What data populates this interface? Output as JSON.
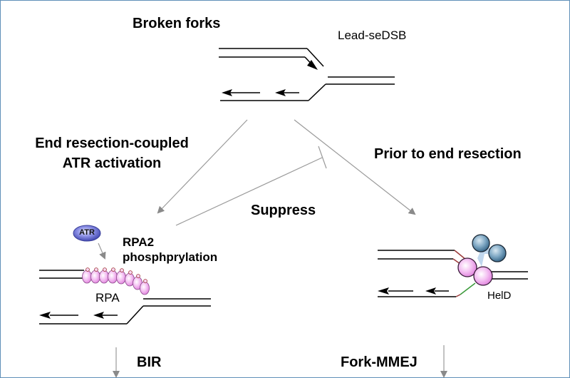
{
  "title": "Broken forks",
  "top_fork": {
    "label": "Lead-seDSB"
  },
  "left_branch": {
    "heading_line1": "End resection-coupled",
    "heading_line2": "ATR activation",
    "kinase": "ATR",
    "modification_line1": "RPA2",
    "modification_line2": "phosphprylation",
    "protein": "RPA",
    "outcome": "BIR"
  },
  "right_branch": {
    "heading": "Prior to end resection",
    "protein": "HelD",
    "outcome": "Fork-MMEJ"
  },
  "inhibition": {
    "label": "Suppress"
  },
  "colors": {
    "frame": "#5f8fb8",
    "arrow": "#999999",
    "dna": "#000000",
    "rpa_fill": "#f2b8f0",
    "atr_fill": "#5a5fc4",
    "held_fill": "#f0a8ee",
    "dna2_fill": "#4f7fa0",
    "held_linker": "#b9d3ec",
    "red_strand": "#9c3b3b",
    "green_strand": "#3a9a3a"
  }
}
